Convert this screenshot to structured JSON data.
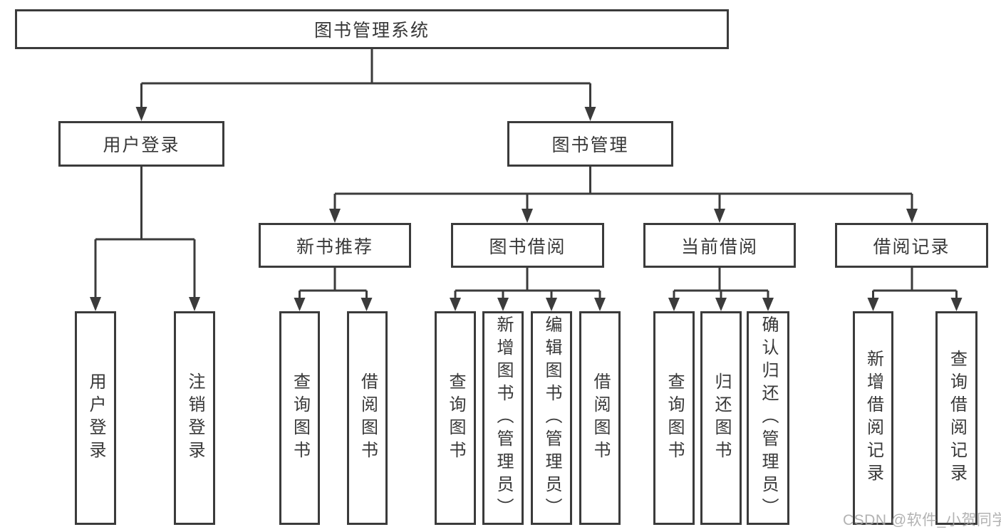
{
  "diagram": {
    "type": "hierarchy-tree",
    "watermark": "CSDN @软件_小贺同学"
  },
  "colors": {
    "background": "#ffffff",
    "line": "#3b3b3b",
    "box_border": "#3b3b3b",
    "text": "#383838",
    "watermark": "#a5a5a5"
  },
  "nodes": {
    "root": {
      "label": "图书管理系统",
      "children": [
        "user_login",
        "book_management"
      ]
    },
    "user_login": {
      "label": "用户登录",
      "children": [
        "leaf_user_login",
        "leaf_logout"
      ]
    },
    "book_management": {
      "label": "图书管理",
      "children": [
        "new_book_recommend",
        "book_borrow",
        "current_borrow",
        "borrow_record"
      ]
    },
    "new_book_recommend": {
      "label": "新书推荐",
      "children": [
        "leaf_nbr_query_books",
        "leaf_nbr_borrow_books"
      ]
    },
    "book_borrow": {
      "label": "图书借阅",
      "children": [
        "leaf_bb_query_books",
        "leaf_bb_add_books",
        "leaf_bb_edit_books",
        "leaf_bb_borrow_books"
      ]
    },
    "current_borrow": {
      "label": "当前借阅",
      "children": [
        "leaf_cb_query_books",
        "leaf_cb_return_books",
        "leaf_cb_confirm_return"
      ]
    },
    "borrow_record": {
      "label": "借阅记录",
      "children": [
        "leaf_br_add_record",
        "leaf_br_query_record"
      ]
    },
    "leaf_user_login": {
      "label": "用户登录"
    },
    "leaf_logout": {
      "label": "注销登录"
    },
    "leaf_nbr_query_books": {
      "label": "查询图书"
    },
    "leaf_nbr_borrow_books": {
      "label": "借阅图书"
    },
    "leaf_bb_query_books": {
      "label": "查询图书"
    },
    "leaf_bb_add_books": {
      "label": "新增图书（管理员）"
    },
    "leaf_bb_edit_books": {
      "label": "编辑图书（管理员）"
    },
    "leaf_bb_borrow_books": {
      "label": "借阅图书"
    },
    "leaf_cb_query_books": {
      "label": "查询图书"
    },
    "leaf_cb_return_books": {
      "label": "归还图书"
    },
    "leaf_cb_confirm_return": {
      "label": "确认归还（管理员）"
    },
    "leaf_br_add_record": {
      "label": "新增借阅记录"
    },
    "leaf_br_query_record": {
      "label": "查询借阅记录"
    }
  }
}
